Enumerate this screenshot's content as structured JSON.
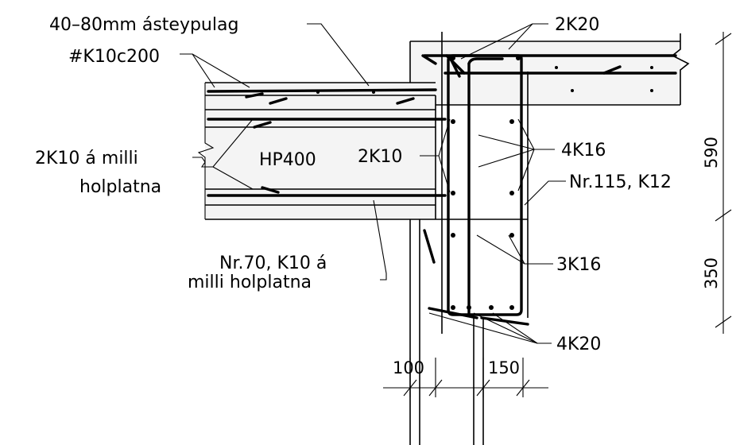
{
  "labels": {
    "screed": "40–80mm ásteypulag",
    "mesh": "#K10c200",
    "top_bars": "2K20",
    "hollow_core_bars": "2K10 á milli",
    "hollow_core_bars_2": "holplatna",
    "slab_type": "HP400",
    "inner_bars": "2K10",
    "corner_bars": "4K16",
    "stirrup": "Nr.115, K12",
    "tie_bar_1": "Nr.70, K10 á",
    "tie_bar_2": "milli holplatna",
    "mid_bars": "3K16",
    "bottom_bars": "4K20"
  },
  "dimensions": {
    "upper_height": "590",
    "lower_height": "350",
    "wall_thickness": "100",
    "gap_width": "150"
  }
}
